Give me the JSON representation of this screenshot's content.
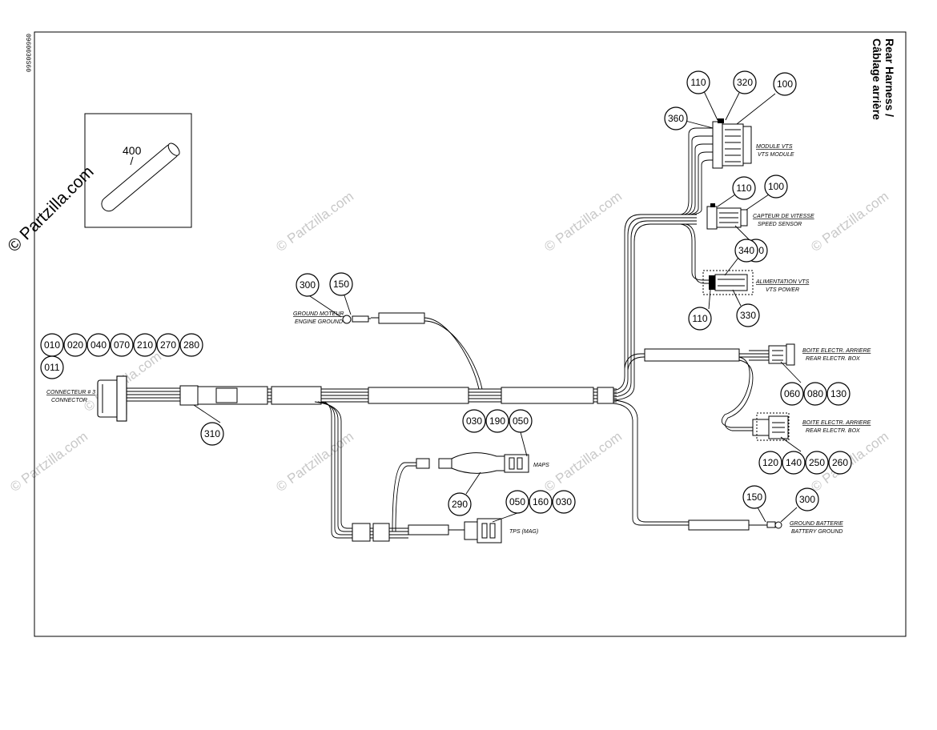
{
  "title": {
    "line1": "Rear Harness /",
    "line2": "Câblage arrière"
  },
  "drawing_code": "0960030S60",
  "watermark": {
    "main": "© Partzilla.com",
    "faint": "© Partzilla.com"
  },
  "inset": {
    "part": "400"
  },
  "labels": {
    "connector_fr": "CONNECTEUR # 3",
    "connector_en": "CONNECTOR",
    "engine_ground_fr": "GROUND MOTEUR",
    "engine_ground_en": "ENGINE GROUND",
    "vts_module_fr": "MODULE VTS",
    "vts_module_en": "VTS MODULE",
    "speed_sensor_fr": "CAPTEUR DE VITESSE",
    "speed_sensor_en": "SPEED SENSOR",
    "vts_power_fr": "ALIMENTATION VTS",
    "vts_power_en": "VTS POWER",
    "rear_box1_fr": "BOITE ELECTR. ARRIERE",
    "rear_box1_en": "REAR ELECTR. BOX",
    "rear_box2_fr": "BOITE ELECTR. ARRIERE",
    "rear_box2_en": "REAR ELECTR. BOX",
    "maps": "MAPS",
    "tps": "TPS (MAG)",
    "battery_ground_fr": "GROUND BATTERIE",
    "battery_ground_en": "BATTERY GROUND"
  },
  "callouts": {
    "c010": "010",
    "c020": "020",
    "c040": "040",
    "c070": "070",
    "c210": "210",
    "c270": "270",
    "c280": "280",
    "c011": "011",
    "c310": "310",
    "c300a": "300",
    "c150a": "150",
    "c030a": "030",
    "c190": "190",
    "c050a": "050",
    "c290": "290",
    "c050b": "050",
    "c160": "160",
    "c030b": "030",
    "c110a": "110",
    "c320": "320",
    "c100a": "100",
    "c360": "360",
    "c110b": "110",
    "c100b": "100",
    "c090": "090",
    "c340": "340",
    "c110c": "110",
    "c330": "330",
    "c060": "060",
    "c080": "080",
    "c130": "130",
    "c120": "120",
    "c140": "140",
    "c250": "250",
    "c260": "260",
    "c150b": "150",
    "c300b": "300"
  }
}
